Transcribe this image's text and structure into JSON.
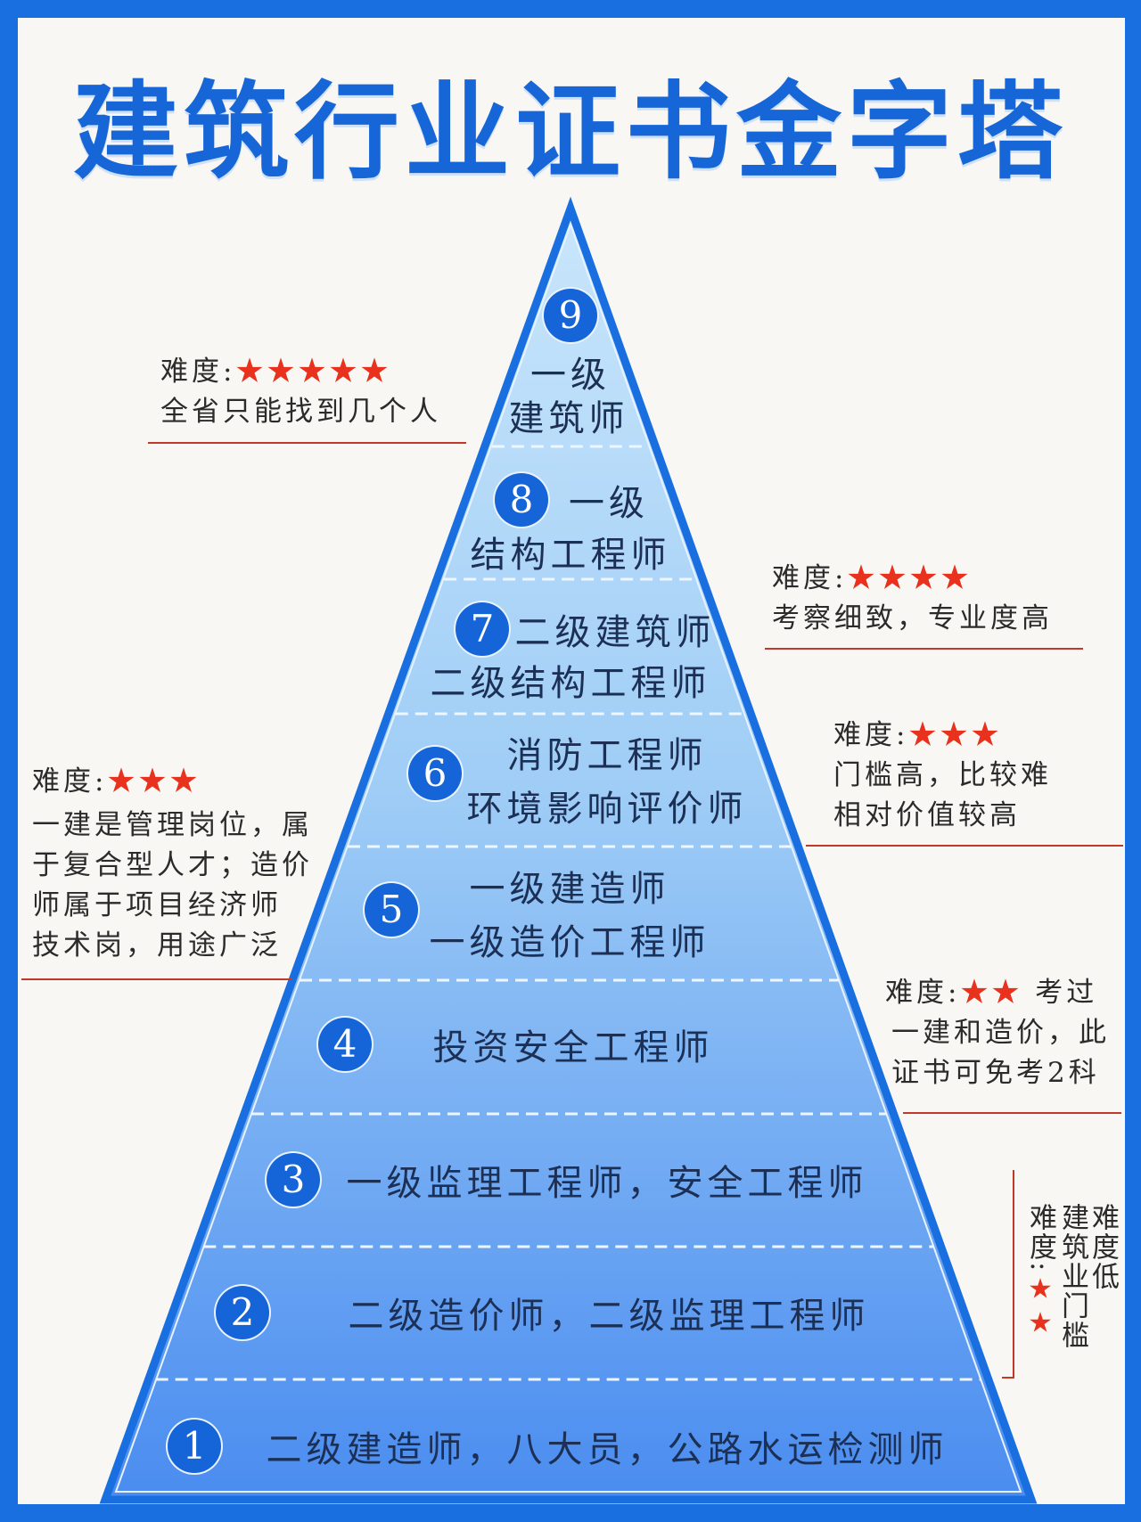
{
  "title": "建筑行业证书金字塔",
  "colors": {
    "frame": "#1a6fe0",
    "title": "#1766d8",
    "pyramid_top": "#c9e6fb",
    "pyramid_bottom": "#4a8cf0",
    "star": "#e8321e",
    "underline": "#c0392b"
  },
  "levels": [
    {
      "num": "1",
      "lines": [
        "二级建造师，八大员，公路水运检测师"
      ]
    },
    {
      "num": "2",
      "lines": [
        "二级造价师，二级监理工程师"
      ]
    },
    {
      "num": "3",
      "lines": [
        "一级监理工程师，安全工程师"
      ]
    },
    {
      "num": "4",
      "lines": [
        "投资安全工程师"
      ]
    },
    {
      "num": "5",
      "lines": [
        "一级建造师",
        "一级造价工程师"
      ]
    },
    {
      "num": "6",
      "lines": [
        "消防工程师",
        "环境影响评价师"
      ]
    },
    {
      "num": "7",
      "lines": [
        "二级建筑师",
        "二级结构工程师"
      ]
    },
    {
      "num": "8",
      "lines": [
        "一级",
        "结构工程师"
      ]
    },
    {
      "num": "9",
      "lines": [
        "一级",
        "建筑师"
      ]
    }
  ],
  "annotations": {
    "a": {
      "label": "难度:",
      "stars": "★★★★★",
      "lines": [
        "全省只能找到几个人"
      ]
    },
    "b": {
      "label": "难度:",
      "stars": "★★★★",
      "lines": [
        "考察细致，专业度高"
      ]
    },
    "c": {
      "label": "难度:",
      "stars": "★★★",
      "lines": [
        "门槛高，比较难",
        "相对价值较高"
      ]
    },
    "d": {
      "label": "难度:",
      "stars": "★★★",
      "lines": [
        "一建是管理岗位，属",
        "于复合型人才；造价",
        "师属于项目经济师",
        "技术岗，用途广泛"
      ]
    },
    "e": {
      "label": "难度:",
      "stars": "★★",
      "suffix": " 考过",
      "lines": [
        "一建和造价，此",
        "证书可免考2科"
      ]
    },
    "f": {
      "col1_label": "难度:",
      "col1_stars": "★★",
      "col2": "建筑业门槛",
      "col3": "难度低"
    }
  }
}
